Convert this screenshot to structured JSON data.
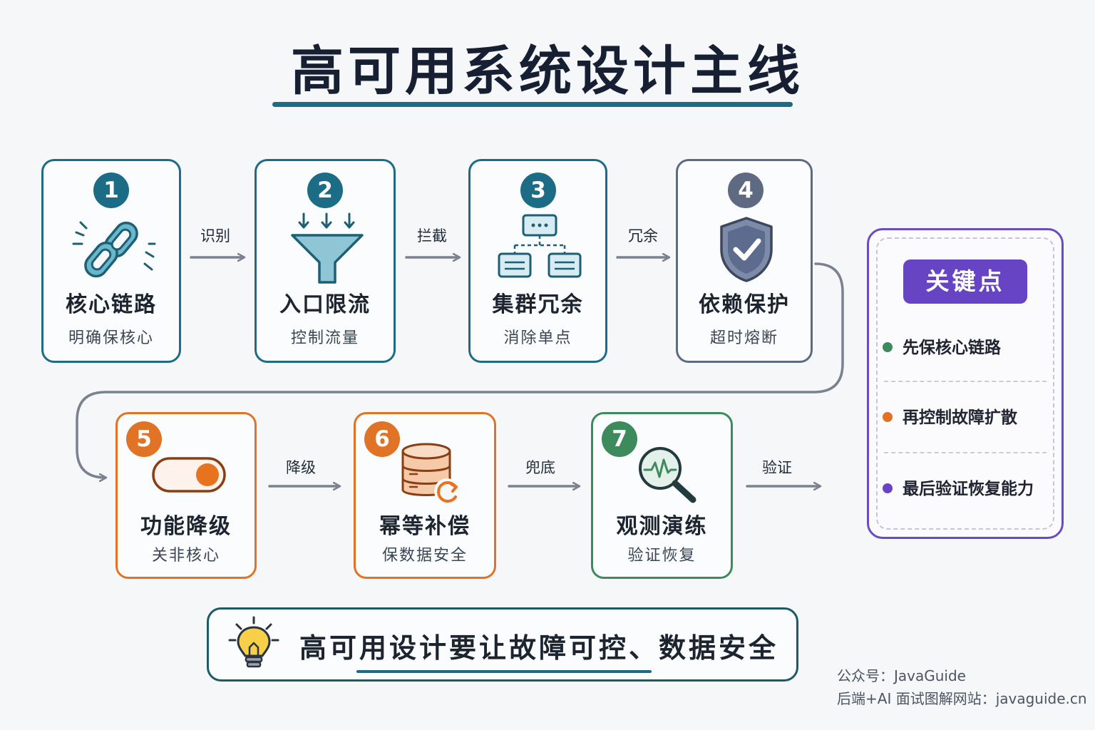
{
  "title": "高可用系统设计主线",
  "colors": {
    "teal": "#1d6c86",
    "slate": "#5e6a82",
    "orange": "#e07326",
    "green": "#3d8a5c",
    "purple": "#6744c4",
    "arrow": "#7a8290"
  },
  "steps": [
    {
      "num": "1",
      "title": "核心链路",
      "subtitle": "明确保核心",
      "icon": "chain-link-icon"
    },
    {
      "num": "2",
      "title": "入口限流",
      "subtitle": "控制流量",
      "icon": "funnel-icon"
    },
    {
      "num": "3",
      "title": "集群冗余",
      "subtitle": "消除单点",
      "icon": "cluster-icon"
    },
    {
      "num": "4",
      "title": "依赖保护",
      "subtitle": "超时熔断",
      "icon": "shield-check-icon"
    },
    {
      "num": "5",
      "title": "功能降级",
      "subtitle": "关非核心",
      "icon": "toggle-switch-icon"
    },
    {
      "num": "6",
      "title": "幂等补偿",
      "subtitle": "保数据安全",
      "icon": "database-refresh-icon"
    },
    {
      "num": "7",
      "title": "观测演练",
      "subtitle": "验证恢复",
      "icon": "magnifier-pulse-icon"
    }
  ],
  "arrows": [
    "识别",
    "拦截",
    "冗余",
    "降级",
    "兜底",
    "验证"
  ],
  "key_points": {
    "title": "关键点",
    "items": [
      {
        "text": "先保核心链路",
        "color": "#3d8a5c"
      },
      {
        "text": "再控制故障扩散",
        "color": "#e07326"
      },
      {
        "text": "最后验证恢复能力",
        "color": "#6744c4"
      }
    ]
  },
  "summary": {
    "text": "高可用设计要让故障可控、数据安全",
    "icon": "lightbulb-icon"
  },
  "footer": {
    "line1": "公众号：JavaGuide",
    "line2": "后端+AI 面试图解网站：javaguide.cn"
  }
}
